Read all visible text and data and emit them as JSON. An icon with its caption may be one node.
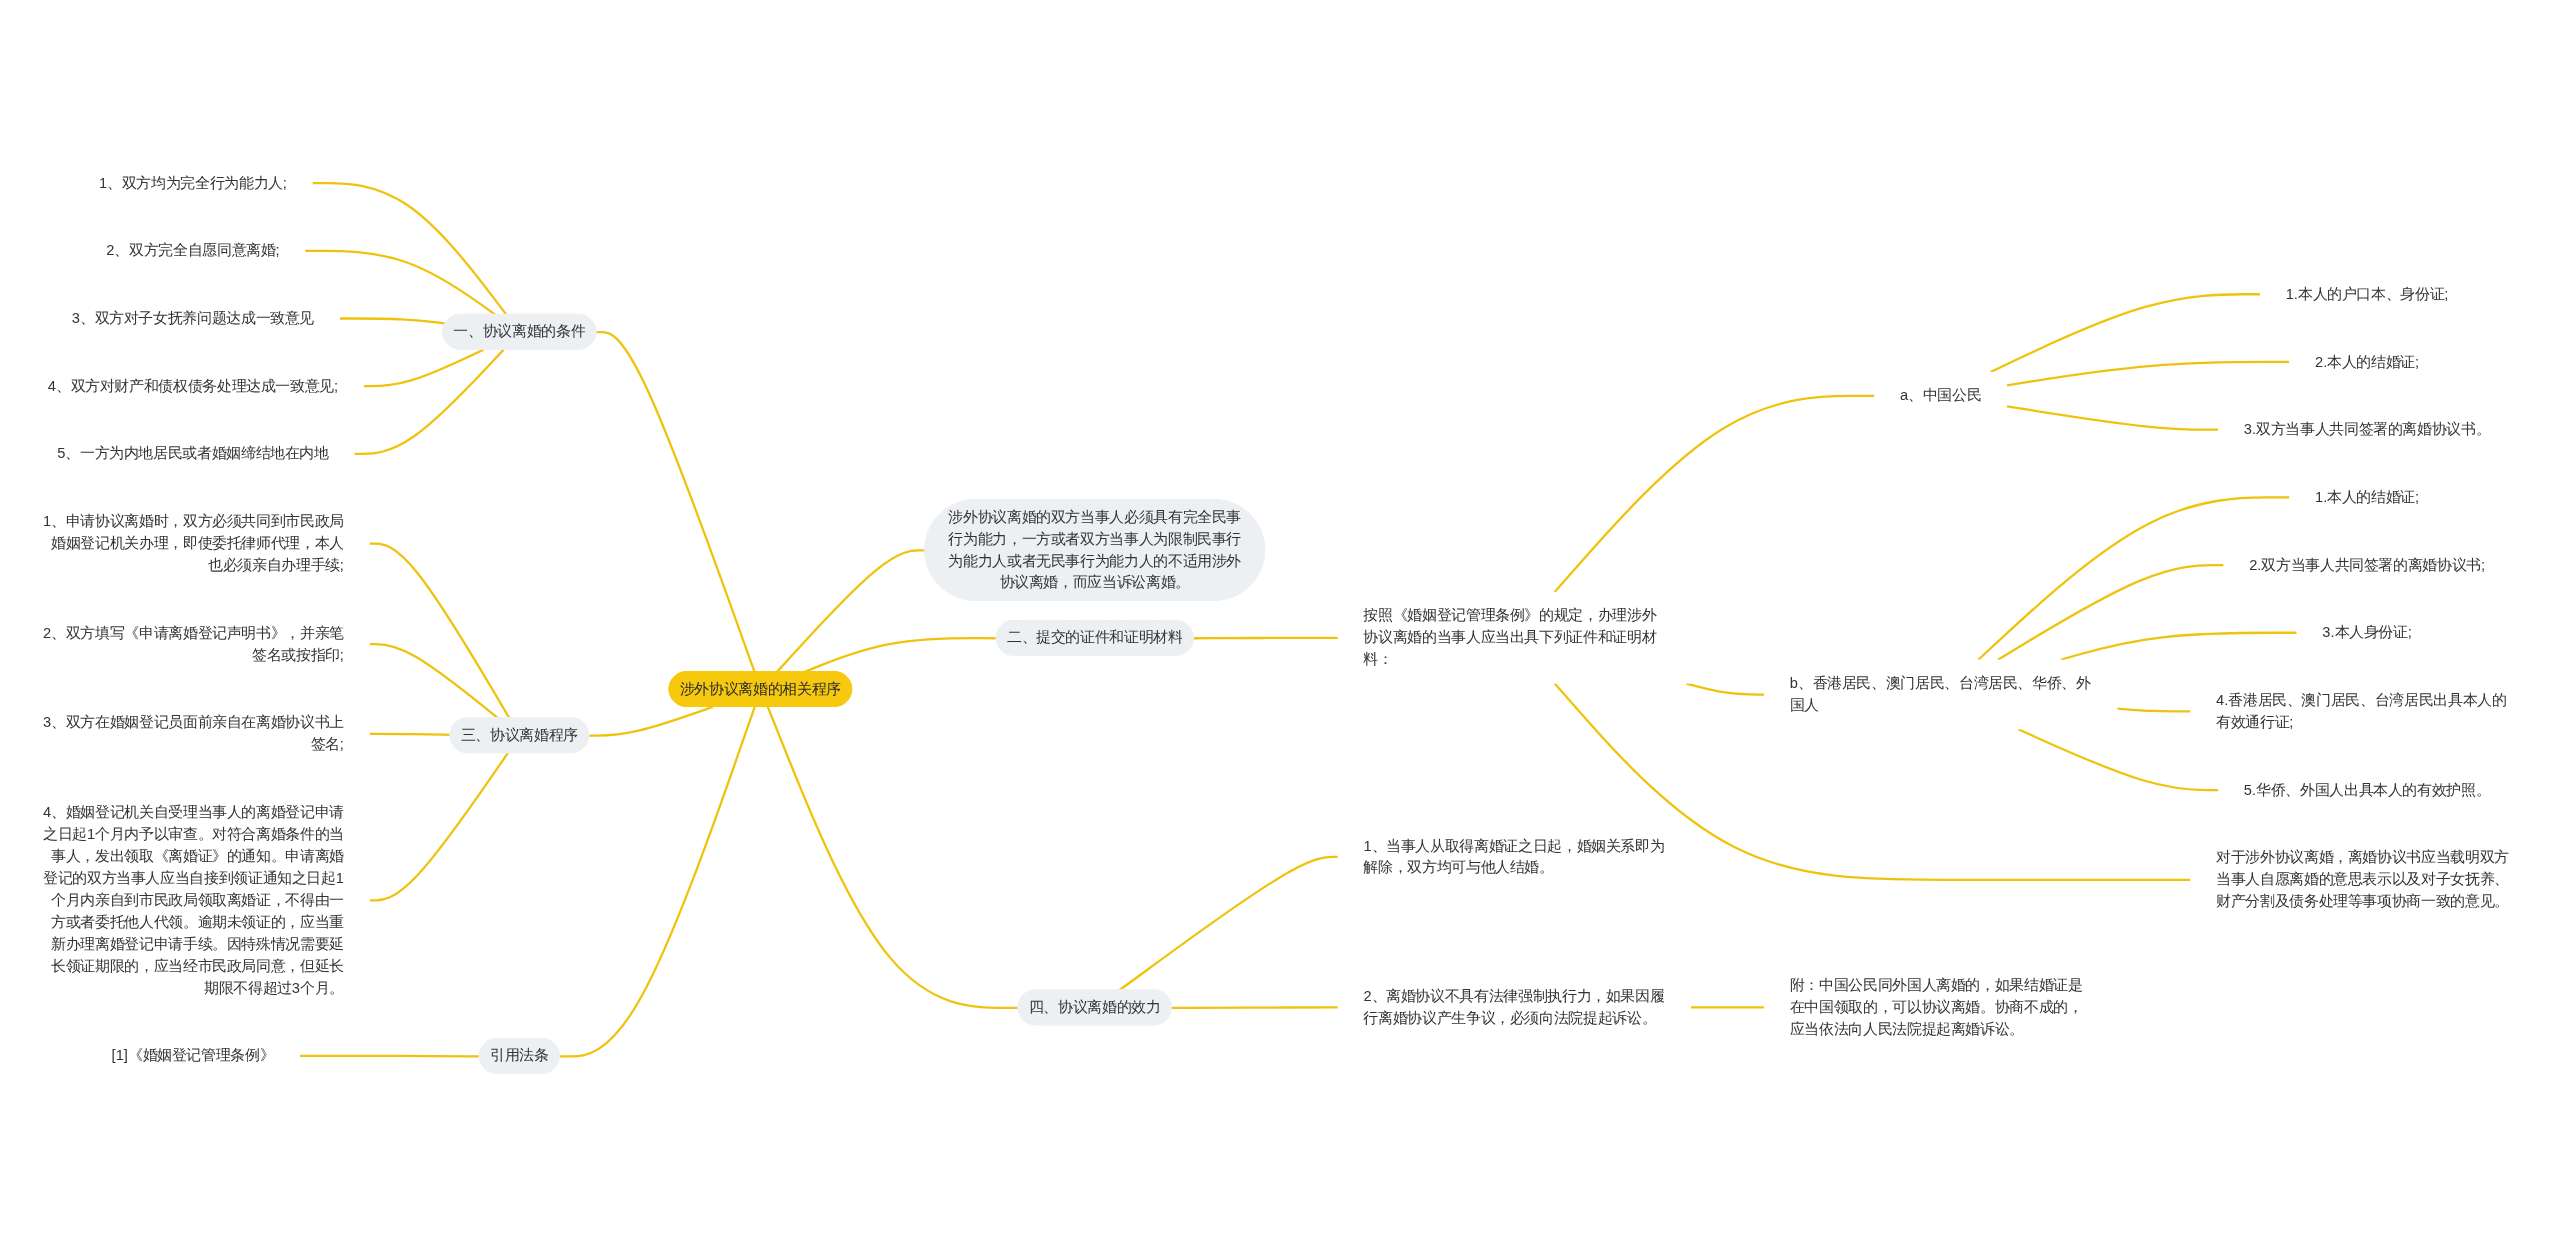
{
  "diagram": {
    "nodes": [
      {
        "text": [
          "涉外协议离婚的相关程序"
        ]
      },
      {
        "text": [
          "一、协议离婚的条件"
        ]
      },
      {
        "text": [
          "1、双方均为完全行为能力人;"
        ]
      },
      {
        "text": [
          "2、双方完全自愿同意离婚;"
        ]
      },
      {
        "text": [
          "3、双方对子女抚养问题达成一致意见"
        ]
      },
      {
        "text": [
          "4、双方对财产和债权债务处理达成一致意见;"
        ]
      },
      {
        "text": [
          "5、一方为内地居民或者婚姻缔结地在内地"
        ]
      },
      {
        "text": [
          "涉外协议离婚的双方当事人必须具有完全民事行为能力，一方或者双方当事人为限制民事行为能力人或者无民事行为能力人的不适用涉外协议离婚，而应当诉讼离婚。"
        ]
      },
      {
        "text": [
          "二、提交的证件和证明材料"
        ]
      },
      {
        "text": [
          "按照《婚姻登记管理条例》的规定，办理涉外协议离婚的当事人应当出具下列证件和证明材料："
        ]
      },
      {
        "text": [
          "a、中国公民"
        ]
      },
      {
        "text": [
          "1.本人的户口本、身份证;"
        ]
      },
      {
        "text": [
          "2.本人的结婚证;"
        ]
      },
      {
        "text": [
          "3.双方当事人共同签署的离婚协议书。"
        ]
      },
      {
        "text": [
          "b、香港居民、澳门居民、台湾居民、华侨、外国人"
        ]
      },
      {
        "text": [
          "1.本人的结婚证;"
        ]
      },
      {
        "text": [
          "2.双方当事人共同签署的离婚协议书;"
        ]
      },
      {
        "text": [
          "3.本人身份证;"
        ]
      },
      {
        "text": [
          "4.香港居民、澳门居民、台湾居民出具本人的有效通行证;"
        ]
      },
      {
        "text": [
          "5.华侨、外国人出具本人的有效护照。"
        ]
      },
      {
        "text": [
          "对于涉外协议离婚，离婚协议书应当载明双方当事人自愿离婚的意思表示以及对子女抚养、财产分割及债务处理等事项协商一致的意见。"
        ]
      },
      {
        "text": [
          "三、协议离婚程序"
        ]
      },
      {
        "text": [
          "1、申请协议离婚时，双方必须共同到市民政局婚姻登记机关办理，即使委托律师代理，本人也必须亲自办理手续;"
        ]
      },
      {
        "text": [
          "2、双方填写《申请离婚登记声明书》，并亲笔签名或按指印;"
        ]
      },
      {
        "text": [
          "3、双方在婚姻登记员面前亲自在离婚协议书上签名;"
        ]
      },
      {
        "text": [
          "4、婚姻登记机关自受理当事人的离婚登记申请之日起1个月内予以审查。对符合离婚条件的当事人，发出领取《离婚证》的通知。申请离婚登记的双方当事人应当自接到领证通知之日起1个月内亲自到市民政局领取离婚证，不得由一方或者委托他人代领。逾期未领证的，应当重新办理离婚登记申请手续。因特殊情况需要延长领证期限的，应当经市民政局同意，但延长期限不得超过3个月。"
        ]
      },
      {
        "text": [
          "四、协议离婚的效力"
        ]
      },
      {
        "text": [
          "1、当事人从取得离婚证之日起，婚姻关系即为解除，双方均可与他人结婚。"
        ]
      },
      {
        "text": [
          "2、离婚协议不具有法律强制执行力，如果因履行离婚协议产生争议，必须向法院提起诉讼。"
        ]
      },
      {
        "text": [
          "附：中国公民同外国人离婚的，如果结婚证是在中国领取的，可以协议离婚。协商不成的，应当依法向人民法院提起离婚诉讼。"
        ]
      },
      {
        "text": [
          "引用法条"
        ]
      },
      {
        "text": [
          "[1]《婚姻登记管理条例》"
        ]
      }
    ],
    "edges": [
      {
        "from": 1,
        "to": 0,
        "arrow": "none"
      },
      {
        "from": 2,
        "to": 1,
        "arrow": "none"
      },
      {
        "from": 3,
        "to": 1,
        "arrow": "none"
      },
      {
        "from": 4,
        "to": 1,
        "arrow": "none"
      },
      {
        "from": 5,
        "to": 1,
        "arrow": "none"
      },
      {
        "from": 6,
        "to": 1,
        "arrow": "none"
      },
      {
        "from": 0,
        "to": 7,
        "arrow": "none"
      },
      {
        "from": 0,
        "to": 8,
        "arrow": "none"
      },
      {
        "from": 8,
        "to": 9,
        "arrow": "none"
      },
      {
        "from": 9,
        "to": 10,
        "arrow": "none"
      },
      {
        "from": 10,
        "to": 11,
        "arrow": "none"
      },
      {
        "from": 10,
        "to": 12,
        "arrow": "none"
      },
      {
        "from": 10,
        "to": 13,
        "arrow": "none"
      },
      {
        "from": 9,
        "to": 14,
        "arrow": "none"
      },
      {
        "from": 14,
        "to": 15,
        "arrow": "none"
      },
      {
        "from": 14,
        "to": 16,
        "arrow": "none"
      },
      {
        "from": 14,
        "to": 17,
        "arrow": "none"
      },
      {
        "from": 14,
        "to": 18,
        "arrow": "none"
      },
      {
        "from": 14,
        "to": 19,
        "arrow": "none"
      },
      {
        "from": 9,
        "to": 20,
        "arrow": "none"
      },
      {
        "from": 21,
        "to": 0,
        "arrow": "none"
      },
      {
        "from": 22,
        "to": 21,
        "arrow": "none"
      },
      {
        "from": 23,
        "to": 21,
        "arrow": "none"
      },
      {
        "from": 24,
        "to": 21,
        "arrow": "none"
      },
      {
        "from": 25,
        "to": 21,
        "arrow": "none"
      },
      {
        "from": 0,
        "to": 26,
        "arrow": "none"
      },
      {
        "from": 26,
        "to": 27,
        "arrow": "none"
      },
      {
        "from": 26,
        "to": 28,
        "arrow": "none"
      },
      {
        "from": 28,
        "to": 29,
        "arrow": "none"
      },
      {
        "from": 30,
        "to": 0,
        "arrow": "none"
      },
      {
        "from": 31,
        "to": 30,
        "arrow": "none"
      }
    ]
  }
}
